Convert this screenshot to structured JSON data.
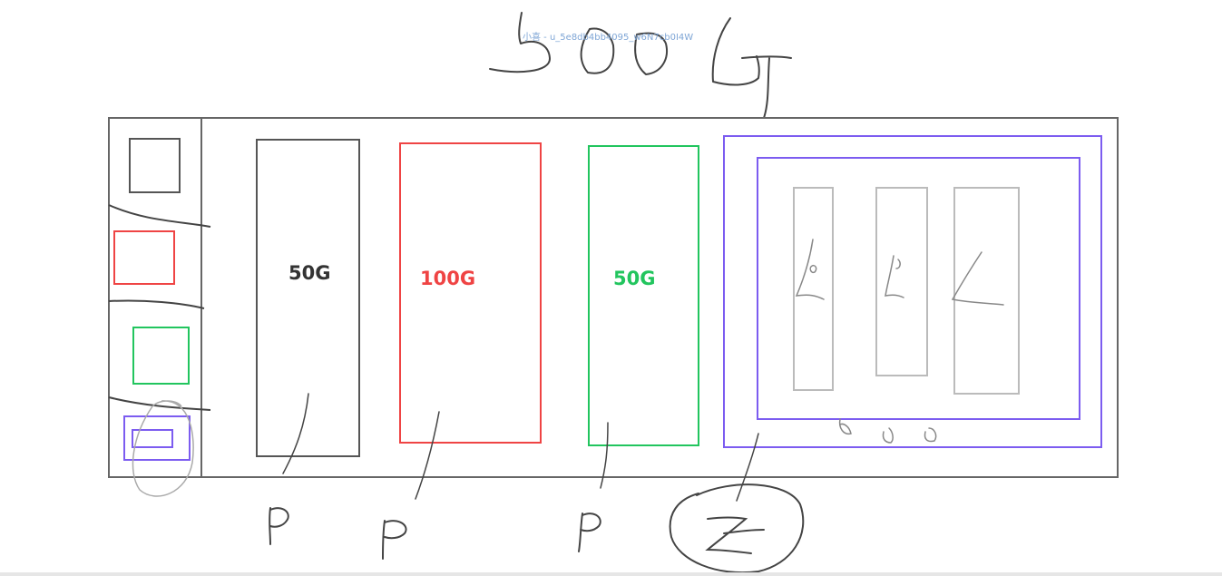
{
  "watermark": "小喜 - u_5e8db4bb4095_w6N7cb0I4W",
  "handwritten_total": "500G",
  "partitions": [
    {
      "size": "50G",
      "color": "#333333",
      "type_mark": "P"
    },
    {
      "size": "100G",
      "color": "#ef4444",
      "type_mark": "P"
    },
    {
      "size": "50G",
      "color": "#22c55e",
      "type_mark": "P"
    },
    {
      "size": "",
      "color": "#7c5cf0",
      "type_mark": "Z"
    }
  ],
  "colors": {
    "disk_border": "#666666",
    "logical_box": "#bbbbbb",
    "pencil": "#444444",
    "bottom_strip": "#e6e6e6"
  }
}
